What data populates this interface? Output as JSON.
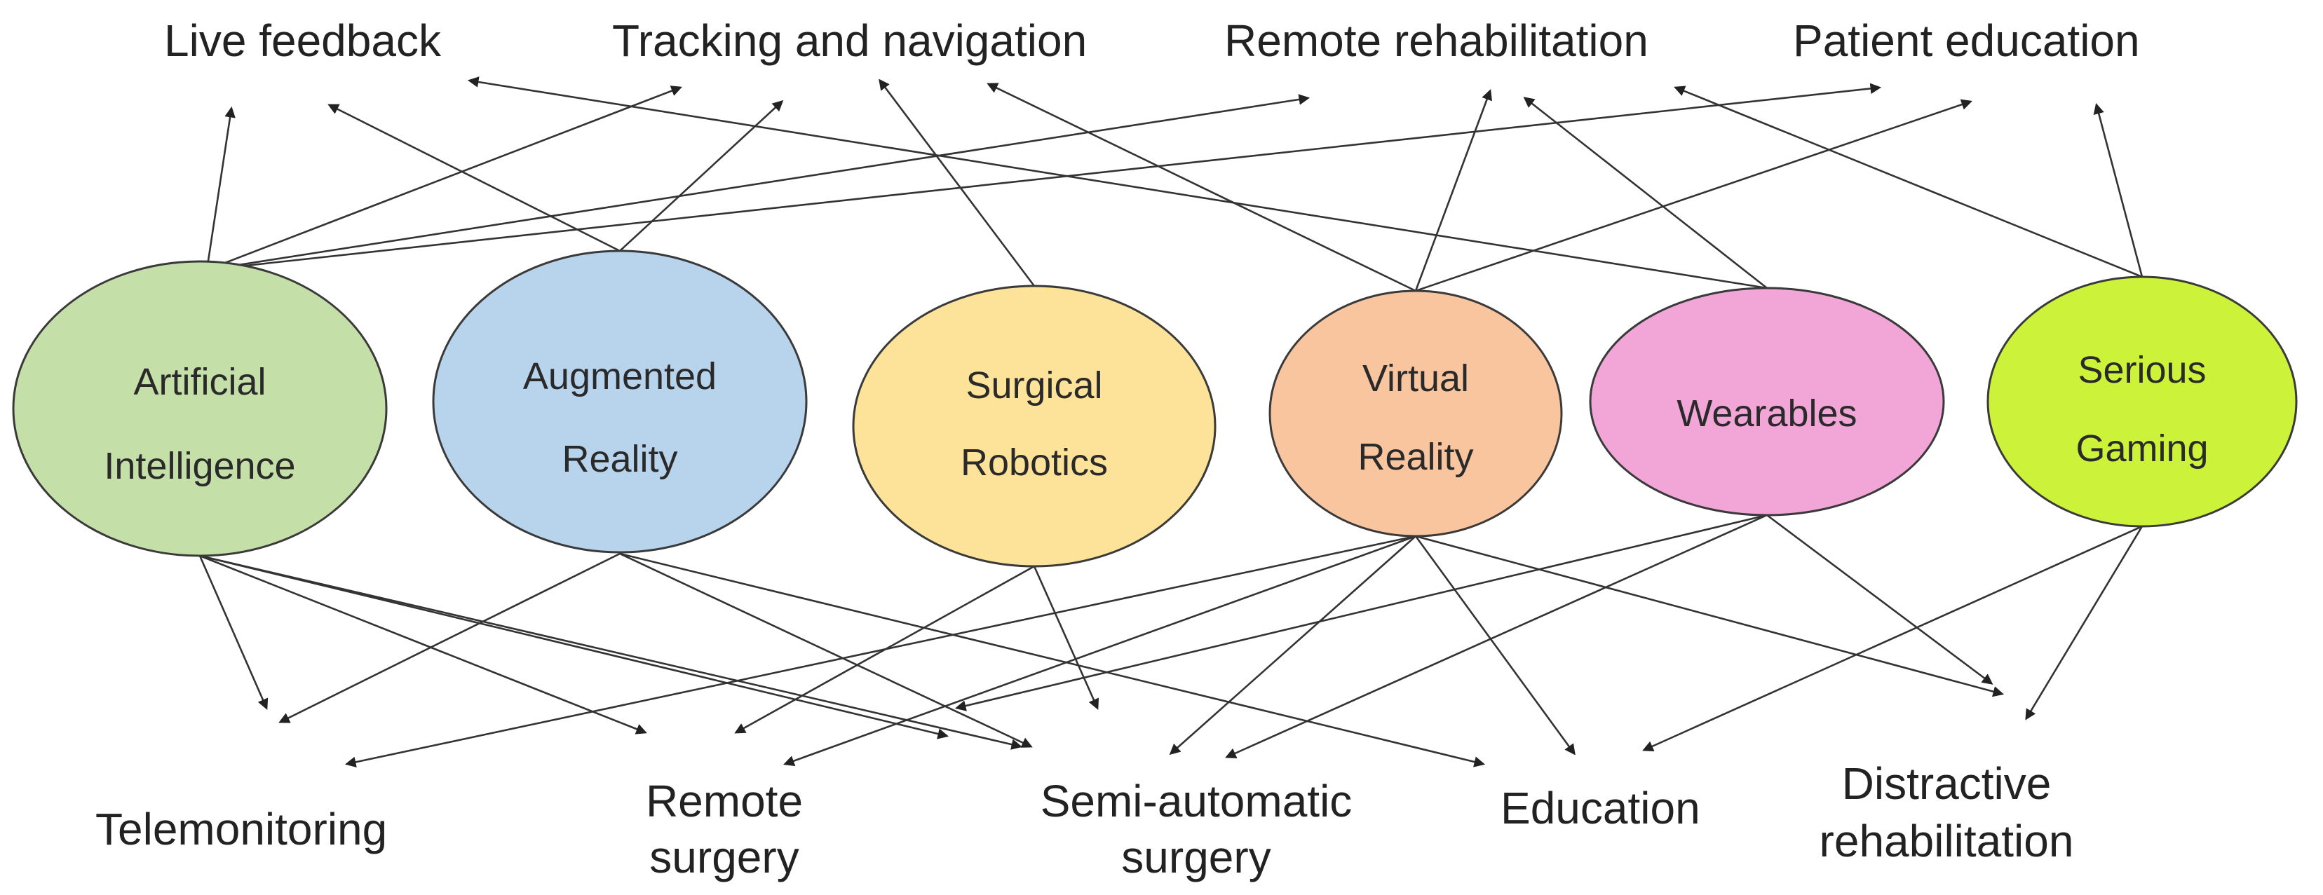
{
  "top_labels": [
    {
      "id": "live-feedback",
      "text": "Live feedback"
    },
    {
      "id": "tracking-navigation",
      "text": "Tracking and navigation"
    },
    {
      "id": "remote-rehabilitation",
      "text": "Remote rehabilitation"
    },
    {
      "id": "patient-education",
      "text": "Patient education"
    }
  ],
  "nodes": [
    {
      "id": "artificial-intelligence",
      "lines": [
        "Artificial",
        "Intelligence"
      ],
      "color": "#c5dfa9"
    },
    {
      "id": "augmented-reality",
      "lines": [
        "Augmented",
        "Reality"
      ],
      "color": "#b8d3ec"
    },
    {
      "id": "surgical-robotics",
      "lines": [
        "Surgical",
        "Robotics"
      ],
      "color": "#fde39a"
    },
    {
      "id": "virtual-reality",
      "lines": [
        "Virtual",
        "Reality"
      ],
      "color": "#f8c59f"
    },
    {
      "id": "wearables",
      "lines": [
        "Wearables"
      ],
      "color": "#f1a6d7"
    },
    {
      "id": "serious-gaming",
      "lines": [
        "Serious",
        "Gaming"
      ],
      "color": "#ccf23a"
    }
  ],
  "bottom_labels": [
    {
      "id": "telemonitoring",
      "lines": [
        "Telemonitoring"
      ]
    },
    {
      "id": "remote-surgery",
      "lines": [
        "Remote",
        "surgery"
      ]
    },
    {
      "id": "semi-automatic-surgery",
      "lines": [
        "Semi-automatic",
        "surgery"
      ]
    },
    {
      "id": "education",
      "lines": [
        "Education"
      ]
    },
    {
      "id": "distractive-rehabilitation",
      "lines": [
        "Distractive",
        "rehabilitation"
      ]
    }
  ],
  "colors": {
    "line": "#333333",
    "text": "#222222",
    "outline": "#3a3a3a"
  }
}
